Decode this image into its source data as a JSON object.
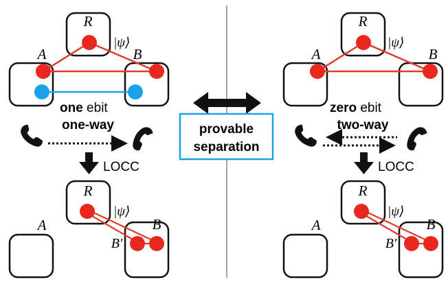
{
  "colors": {
    "red": "#e8281e",
    "red_line": "#e23a2c",
    "blue": "#1aa3ea",
    "box_border": "#1aa3ea",
    "ink": "#111111",
    "divider": "#555555"
  },
  "labels": {
    "R": "R",
    "A": "A",
    "B": "B",
    "B_prime": "B′",
    "psi": "|ψ⟩",
    "locc": "LOCC"
  },
  "left": {
    "ebit_bold": "one",
    "ebit_rest": " ebit",
    "comm": "one-way"
  },
  "right": {
    "ebit_bold": "zero",
    "ebit_rest": " ebit",
    "comm": "two-way"
  },
  "center": {
    "line1": "provable",
    "line2": "separation"
  },
  "icons": [
    "telephone-icon",
    "double-arrow-icon",
    "down-arrow-icon"
  ]
}
